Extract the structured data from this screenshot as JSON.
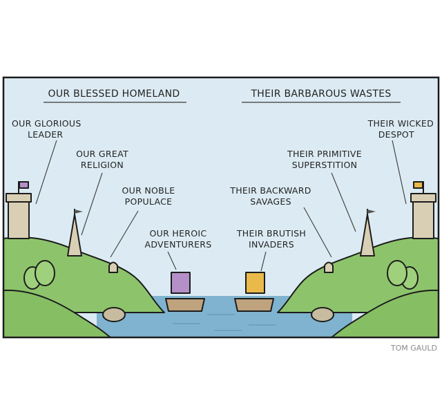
{
  "comic": {
    "left_heading": "OUR BLESSED HOMELAND",
    "right_heading": "THEIR BARBAROUS WASTES",
    "left_labels": {
      "leader": [
        "OUR GLORIOUS",
        "LEADER"
      ],
      "religion": [
        "OUR GREAT",
        "RELIGION"
      ],
      "populace": [
        "OUR NOBLE",
        "POPULACE"
      ],
      "adventurers": [
        "OUR HEROIC",
        "ADVENTURERS"
      ]
    },
    "right_labels": {
      "despot": [
        "THEIR WICKED",
        "DESPOT"
      ],
      "superstition": [
        "THEIR PRIMITIVE",
        "SUPERSTITION"
      ],
      "savages": [
        "THEIR BACKWARD",
        "SAVAGES"
      ],
      "invaders": [
        "THEIR BRUTISH",
        "INVADERS"
      ]
    },
    "signature": "TOM GAULD"
  },
  "colors": {
    "sky": "#dcebf3",
    "grass": "#8dc46b",
    "grass_dark": "#7ab35a",
    "water": "#7fb3cf",
    "stone": "#d9cfb4",
    "left_flag": "#b48fc8",
    "right_flag": "#e9b94a",
    "boat": "#bfa37e"
  }
}
